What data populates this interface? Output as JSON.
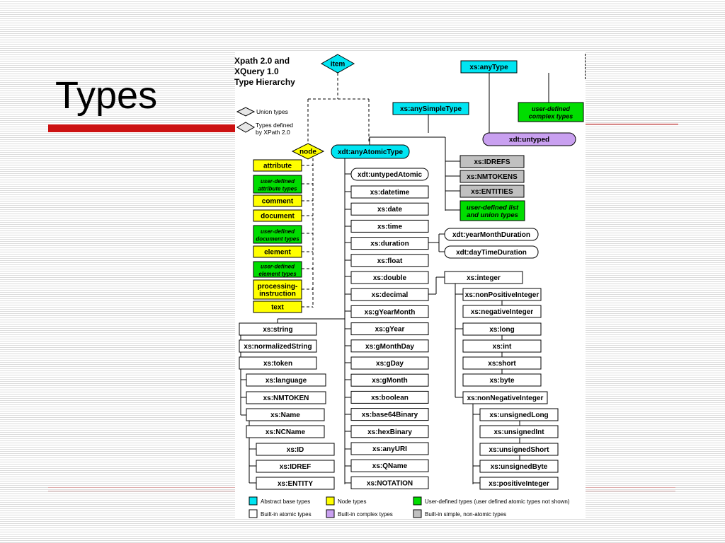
{
  "slide": {
    "title": "Types"
  },
  "diagram": {
    "title_lines": [
      "Xpath 2.0 and",
      "XQuery 1.0",
      "Type Hierarchy"
    ],
    "key": {
      "union_types": "Union types",
      "types_defined": [
        "Types defined",
        "by XPath 2.0"
      ]
    },
    "colors": {
      "abstract": "#00e5f2",
      "node": "#ffff00",
      "user": "#00dd00",
      "complex": "#c9a0f0",
      "simple": "#c0c0c0",
      "builtin": "#ffffff"
    },
    "nodes": {
      "item": "item",
      "node": "node",
      "any_type": "xs:anyType",
      "any_simple_type": "xs:anySimpleType",
      "user_complex": [
        "user-defined",
        "complex types"
      ],
      "untyped": "xdt:untyped",
      "any_atomic": "xdt:anyAtomicType",
      "idrefs": "xs:IDREFS",
      "nmtokens": "xs:NMTOKENS",
      "entities": "xs:ENTITIES",
      "user_list": [
        "user-defined list",
        "and union types"
      ],
      "untyped_atomic": "xdt:untypedAtomic",
      "year_month": "xdt:yearMonthDuration",
      "day_time": "xdt:dayTimeDuration",
      "integer": "xs:integer",
      "node_types": [
        {
          "label": [
            "attribute"
          ],
          "kind": "node"
        },
        {
          "label": [
            "user-defined",
            "attribute types"
          ],
          "kind": "user"
        },
        {
          "label": [
            "comment"
          ],
          "kind": "node"
        },
        {
          "label": [
            "document"
          ],
          "kind": "node"
        },
        {
          "label": [
            "user-defined",
            "document types"
          ],
          "kind": "user"
        },
        {
          "label": [
            "element"
          ],
          "kind": "node"
        },
        {
          "label": [
            "user-defined",
            "element types"
          ],
          "kind": "user"
        },
        {
          "label": [
            "processing-",
            "instruction"
          ],
          "kind": "node"
        },
        {
          "label": [
            "text"
          ],
          "kind": "node"
        }
      ],
      "atomic": [
        "xs:datetime",
        "xs:date",
        "xs:time",
        "xs:duration",
        "xs:float",
        "xs:double",
        "xs:decimal",
        "xs:gYearMonth",
        "xs:gYear",
        "xs:gMonthDay",
        "xs:gDay",
        "xs:gMonth",
        "xs:boolean",
        "xs:base64Binary",
        "xs:hexBinary",
        "xs:anyURI",
        "xs:QName",
        "xs:NOTATION"
      ],
      "string_chain": [
        "xs:string",
        "xs:normalizedString",
        "xs:token",
        "xs:language",
        "xs:NMTOKEN",
        "xs:Name",
        "xs:NCName",
        "xs:ID",
        "xs:IDREF",
        "xs:ENTITY"
      ],
      "integer_types": [
        "xs:nonPositiveInteger",
        "xs:negativeInteger",
        "xs:long",
        "xs:int",
        "xs:short",
        "xs:byte",
        "xs:nonNegativeInteger",
        "xs:unsignedLong",
        "xs:unsignedInt",
        "xs:unsignedShort",
        "xs:unsignedByte",
        "xs:positiveInteger"
      ]
    },
    "legend": {
      "abstract": "Abstract base types",
      "node": "Node types",
      "user": "User-defined types (user defined atomic types not shown)",
      "builtin": "Built-in atomic types",
      "complex": "Built-in complex types",
      "simple": "Built-in simple, non-atomic types"
    }
  }
}
